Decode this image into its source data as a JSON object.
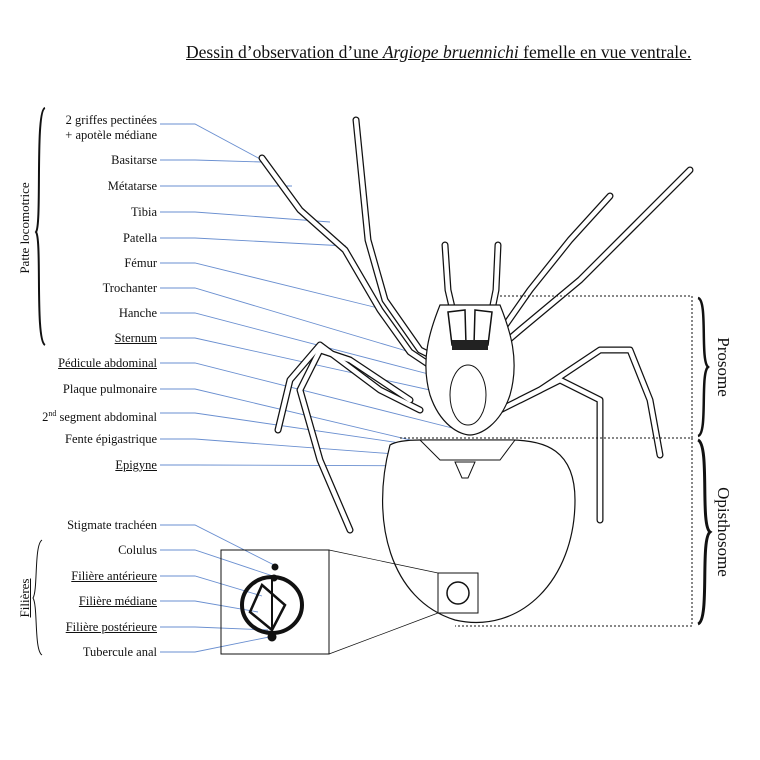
{
  "title": {
    "prefix": "Dessin d’observation d’une ",
    "species": "Argiope bruennichi",
    "suffix": " femelle en vue ventrale."
  },
  "groups": {
    "leg": "Patte locomotrice",
    "spinnerets": "Filières",
    "prosome": "Prosome",
    "opisthosome": "Opisthosome"
  },
  "labels": {
    "claws_line1": "2 griffes pectinées",
    "claws_line2": "+ apotèle médiane",
    "basitarse": "Basitarse",
    "metatarse": "Métatarse",
    "tibia": "Tibia",
    "patella": "Patella",
    "femur": "Fémur",
    "trochanter": "Trochanter",
    "hanche": "Hanche",
    "sternum": "Sternum",
    "pedicule": "Pédicule abdominal",
    "plaque": "Plaque pulmonaire",
    "segment_num": "2",
    "segment_sup": "nd",
    "segment_rest": " segment abdominal",
    "fente": "Fente épigastrique",
    "epigyne": "Epigyne",
    "stigmate": "Stigmate trachéen",
    "colulus": "Colulus",
    "filiere_ant": "Filière antérieure",
    "filiere_med": "Filière médiane",
    "filiere_post": "Filière postérieure",
    "tubercule": "Tubercule anal"
  },
  "colors": {
    "leader": "#6a8fd0",
    "ink": "#111111"
  }
}
